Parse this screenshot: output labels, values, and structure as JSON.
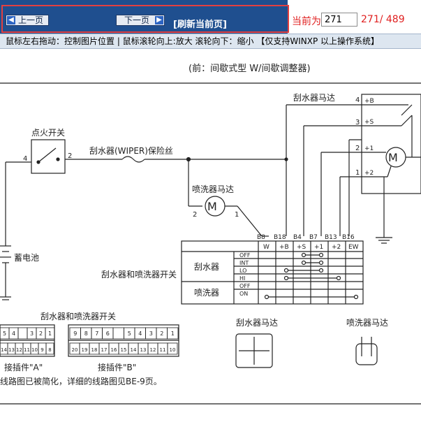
{
  "toolbar": {
    "prev_label": "上一页",
    "next_label": "下一页",
    "refresh_label": "[刷新当前页]",
    "current_label": "当前为",
    "current_page": "271",
    "total": "271/ 489"
  },
  "hint": "鼠标左右拖动：控制图片位置 | 鼠标滚轮向上:放大  滚轮向下：缩小 【仅支持WINXP 以上操作系统】",
  "diagram": {
    "title": "(前：间歇式型 W/间歇调整器)",
    "wiper_motor": "刮水器马达",
    "ignition_switch": "点火开关",
    "fuse": "刮水器(WIPER)保险丝",
    "washer_motor": "喷洗器马达",
    "battery": "蓄电池",
    "switch_title": "刮水器和喷洗器开关",
    "wiper_row": "刮水器",
    "washer_row": "喷洗器",
    "pin_4": "4",
    "pin_3": "3",
    "pin_2": "2",
    "pin_1": "1",
    "ign_pin_4": "4",
    "ign_pin_2": "2",
    "wm_pin_2": "2",
    "wm_pin_1": "1",
    "motor_plus_b": "+B",
    "motor_plus_s": "+S",
    "motor_plus_1": "+1",
    "motor_plus_2": "+2",
    "b_labels": [
      "B8",
      "B18",
      "B4",
      "B7",
      "B13",
      "B16"
    ],
    "col_labels": [
      "W",
      "+B",
      "+S",
      "+1",
      "+2",
      "EW"
    ],
    "row_labels": [
      "OFF",
      "INT",
      "LO",
      "HI",
      "OFF",
      "ON"
    ],
    "bottom_switch_title": "刮水器和喷洗器开关",
    "connector_a": "接插件\"A\"",
    "connector_b": "接插件\"B\"",
    "bottom_wiper_motor": "刮水器马达",
    "bottom_washer_motor": "喷洗器马达",
    "note": "线路图已被简化，详细的线路图见BE-9页。",
    "conn_a_top": [
      "5",
      "4",
      "",
      "3",
      "2",
      "1"
    ],
    "conn_a_bottom": [
      "14",
      "13",
      "12",
      "11",
      "10",
      "9",
      "8"
    ],
    "conn_b_top": [
      "9",
      "8",
      "7",
      "6",
      "",
      "5",
      "4",
      "3",
      "2",
      "1"
    ],
    "conn_b_bottom": [
      "20",
      "19",
      "18",
      "17",
      "16",
      "15",
      "14",
      "13",
      "12",
      "11",
      "10"
    ]
  }
}
